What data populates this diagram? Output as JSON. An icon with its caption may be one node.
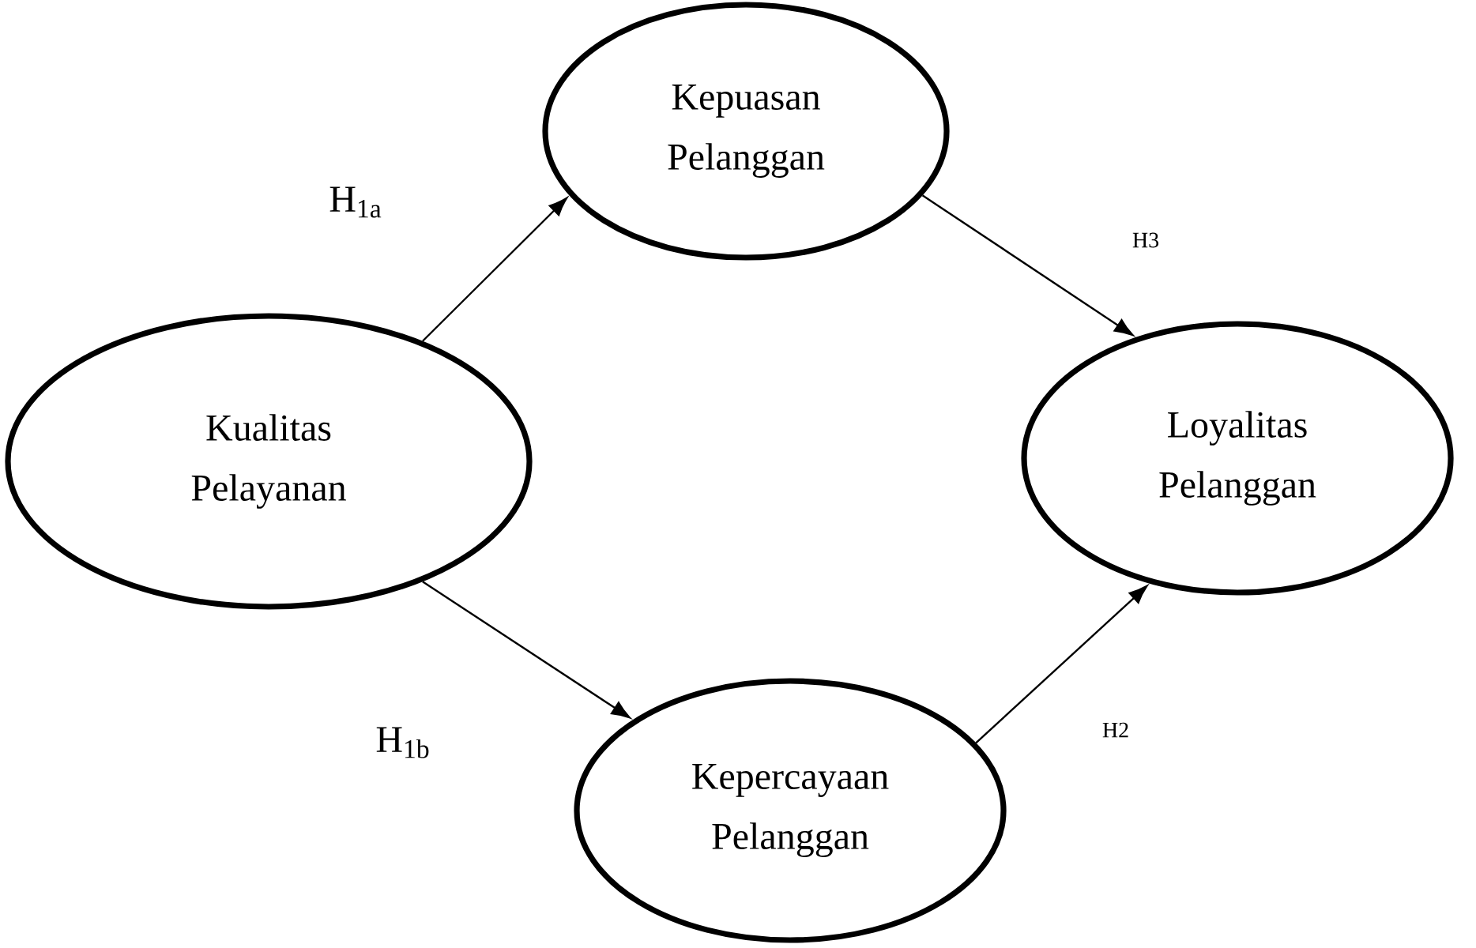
{
  "diagram": {
    "nodes": [
      {
        "text": [
          "Kualitas Pelayanan"
        ]
      },
      {
        "text": [
          "Kepuasan Pelanggan"
        ]
      },
      {
        "text": [
          "Loyalitas Pelanggan"
        ]
      },
      {
        "text": [
          "Kepercayaan Pelanggan"
        ]
      }
    ],
    "edges": [
      {
        "from": 0,
        "to": 1,
        "arrow": "to",
        "label": "H$_{1a}$"
      },
      {
        "from": 0,
        "to": 3,
        "arrow": "to",
        "label": "H$_{1b}$"
      },
      {
        "from": 1,
        "to": 2,
        "arrow": "to",
        "label": "H3"
      },
      {
        "from": 3,
        "to": 2,
        "arrow": "to",
        "label": "H2"
      }
    ]
  }
}
